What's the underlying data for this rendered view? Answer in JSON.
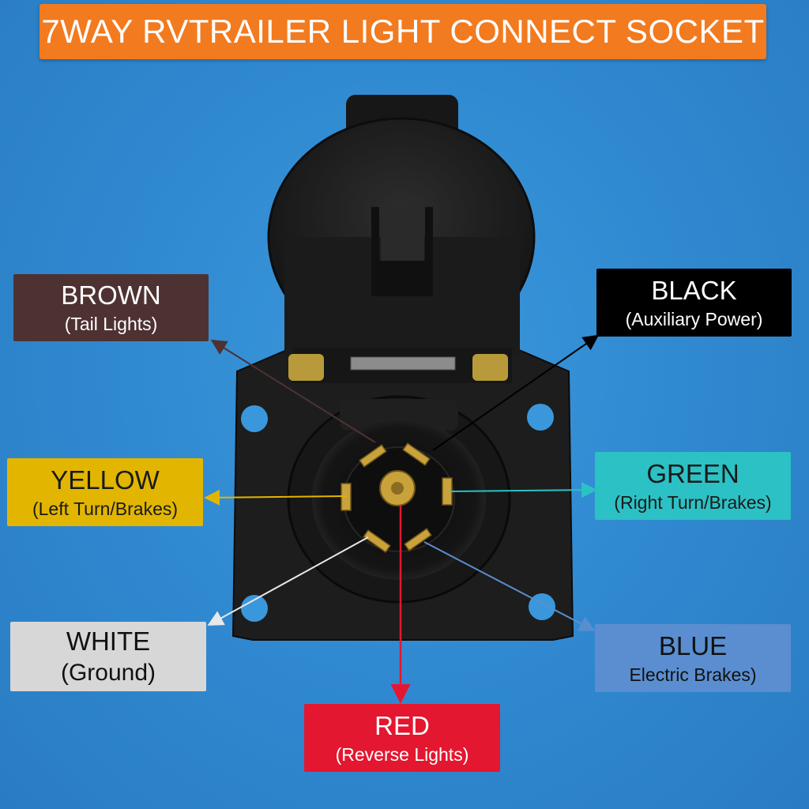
{
  "title": "7WAY RVTRAILER LIGHT CONNECT SOCKET",
  "wires": {
    "brown": {
      "name": "BROWN",
      "desc": "(Tail Lights)",
      "color": "#4e3232"
    },
    "black": {
      "name": "BLACK",
      "desc": "(Auxiliary Power)",
      "color": "#000000"
    },
    "yellow": {
      "name": "YELLOW",
      "desc": "(Left Turn/Brakes)",
      "color": "#e2b600"
    },
    "green": {
      "name": "GREEN",
      "desc": "(Right Turn/Brakes)",
      "color": "#2cc1c4"
    },
    "white": {
      "name": "WHITE",
      "desc": "(Ground)",
      "color": "#d7d7d7"
    },
    "blue": {
      "name": "BLUE",
      "desc": "Electric Brakes)",
      "color": "#5a8ed0"
    },
    "red": {
      "name": "RED",
      "desc": "(Reverse Lights)",
      "color": "#e3172f"
    }
  },
  "colors": {
    "banner": "#f27a1f",
    "background": "#2f88cf",
    "socket": "#1c1c1c"
  }
}
